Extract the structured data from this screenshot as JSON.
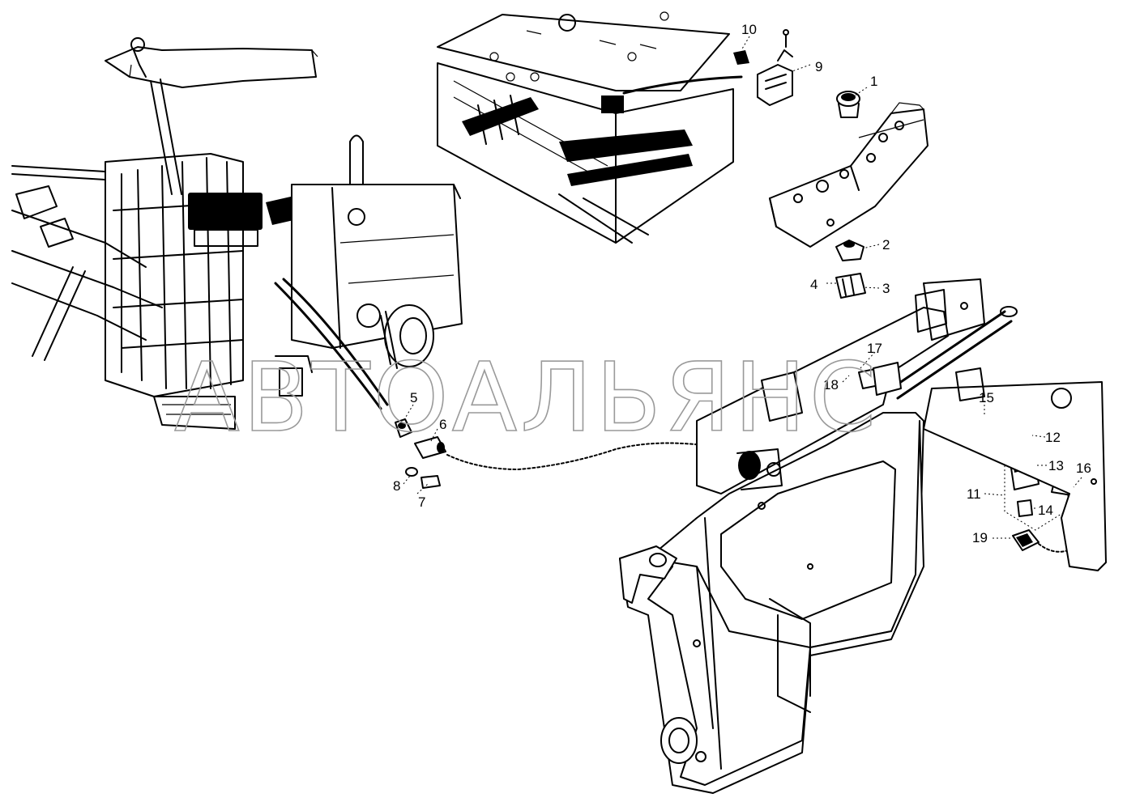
{
  "watermark": "АВТОАЛЬЯНС",
  "callouts": [
    "1",
    "2",
    "3",
    "4",
    "5",
    "6",
    "7",
    "8",
    "9",
    "10",
    "11",
    "12",
    "13",
    "14",
    "15",
    "16",
    "17",
    "18",
    "19"
  ]
}
